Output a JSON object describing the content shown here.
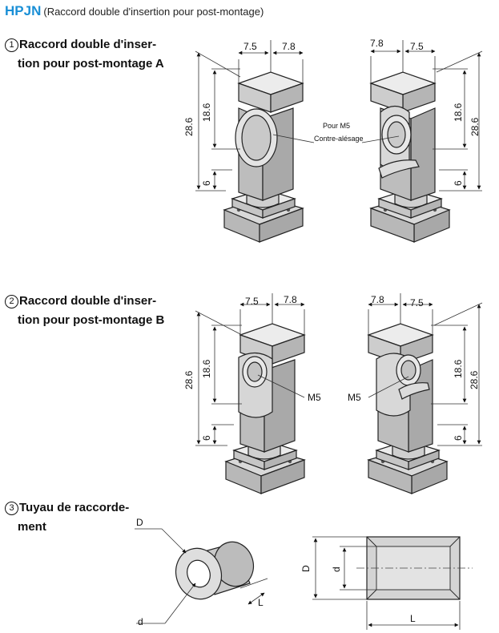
{
  "header": {
    "code": "HPJN",
    "subtitle": "(Raccord double d'insertion pour post-montage)"
  },
  "section_a": {
    "number": "1",
    "line1": "Raccord double d'inser-",
    "line2": "tion pour post-montage A"
  },
  "section_b": {
    "number": "2",
    "line1": "Raccord double d'inser-",
    "line2": "tion pour post-montage B"
  },
  "section_c": {
    "number": "3",
    "line1": "Tuyau de raccorde-",
    "line2": "ment"
  },
  "dims": {
    "d_7_5": "7.5",
    "d_7_8": "7.8",
    "d_28_6": "28.6",
    "d_18_6": "18.6",
    "d_6": "6"
  },
  "notes": {
    "pour_m5": "Pour M5",
    "contre": "Contre-alésage",
    "m5": "M5"
  },
  "tube": {
    "D": "D",
    "d": "d",
    "L": "L"
  }
}
